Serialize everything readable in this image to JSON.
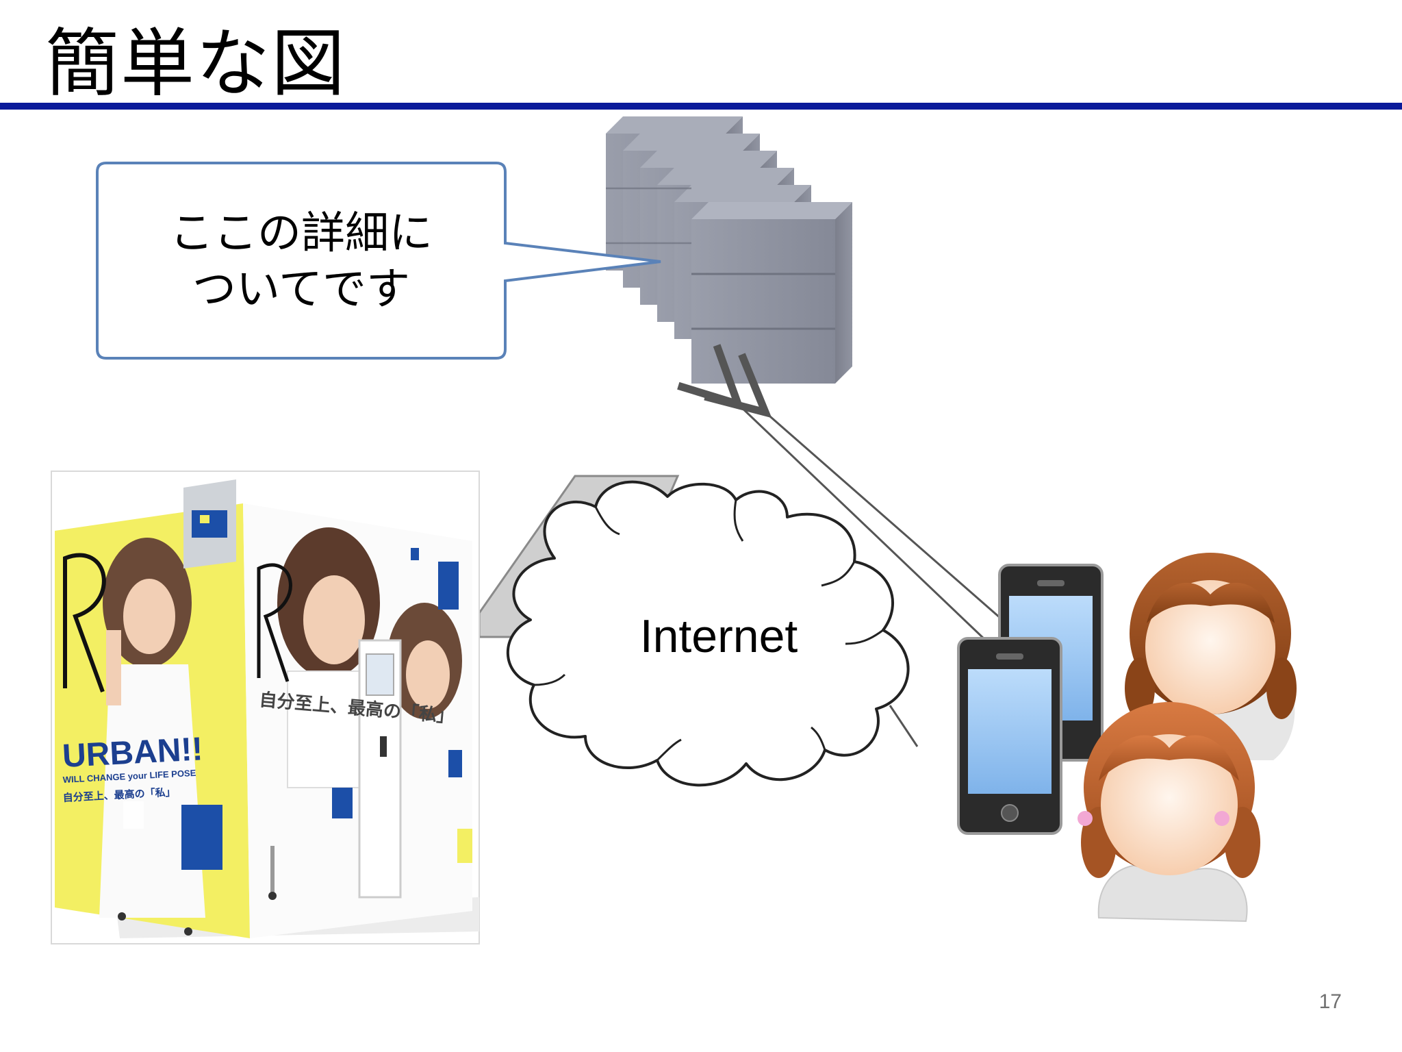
{
  "slide": {
    "title": "簡単な図",
    "page_number": "17"
  },
  "callout": {
    "line1": "ここの詳細に",
    "line2": "ついてです"
  },
  "cloud": {
    "label": "Internet"
  },
  "photo_booth": {
    "brand_text": "URBAN!!",
    "tagline": "WILL CHANGE your LIFE POSE",
    "headline": "自分至上、最高の「私」",
    "side_text": "自分至上、最高の「私」"
  },
  "colors": {
    "title_rule": "#0a1a9a",
    "callout_border": "#5a82b8",
    "server_gray": "#8e929e",
    "cloud_stroke": "#222222",
    "booth_yellow": "#f3ef63",
    "booth_blue": "#1c4fa8",
    "screen_blue": "#9ec8f2"
  },
  "icons": [
    "server-rack-icon",
    "cloud-icon",
    "smartphone-icon",
    "user-avatar-icon",
    "photo-booth-image"
  ]
}
